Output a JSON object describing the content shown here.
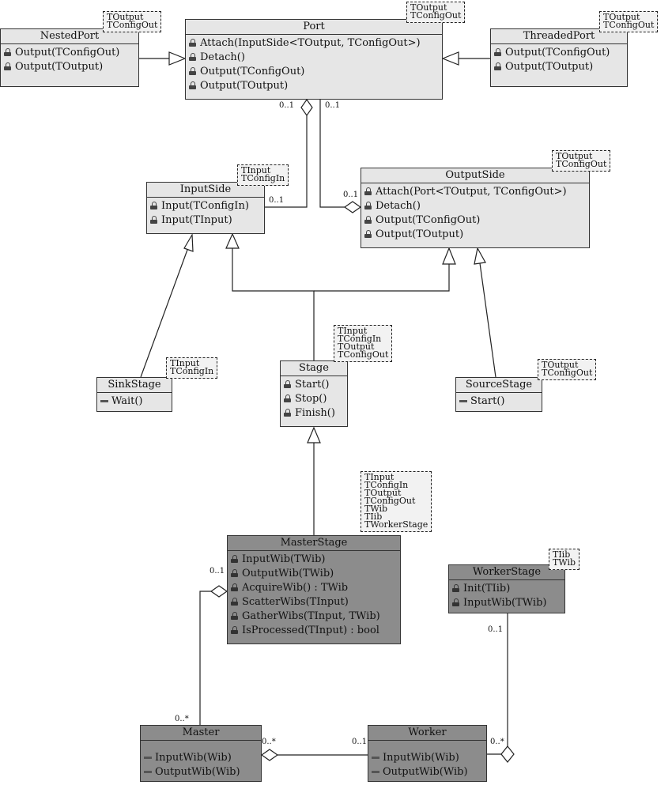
{
  "classes": {
    "port": {
      "name": "Port",
      "template": [
        "TOutput",
        "TConfigOut"
      ],
      "ops": [
        {
          "icon": "lock-icon",
          "text": "Attach(InputSide<TOutput, TConfigOut>)"
        },
        {
          "icon": "lock-icon",
          "text": "Detach()"
        },
        {
          "icon": "lock-icon",
          "text": "Output(TConfigOut)"
        },
        {
          "icon": "lock-icon",
          "text": "Output(TOutput)"
        }
      ]
    },
    "nestedport": {
      "name": "NestedPort",
      "template": [
        "TOutput",
        "TConfigOut"
      ],
      "ops": [
        {
          "icon": "lock-icon",
          "text": "Output(TConfigOut)"
        },
        {
          "icon": "lock-icon",
          "text": "Output(TOutput)"
        }
      ]
    },
    "threadedport": {
      "name": "ThreadedPort",
      "template": [
        "TOutput",
        "TConfigOut"
      ],
      "ops": [
        {
          "icon": "lock-icon",
          "text": "Output(TConfigOut)"
        },
        {
          "icon": "lock-icon",
          "text": "Output(TOutput)"
        }
      ]
    },
    "inputside": {
      "name": "InputSide",
      "template": [
        "TInput",
        "TConfigIn"
      ],
      "ops": [
        {
          "icon": "lock-icon",
          "text": "Input(TConfigIn)"
        },
        {
          "icon": "lock-icon",
          "text": "Input(TInput)"
        }
      ]
    },
    "outputside": {
      "name": "OutputSide",
      "template": [
        "TOutput",
        "TConfigOut"
      ],
      "ops": [
        {
          "icon": "lock-icon",
          "text": "Attach(Port<TOutput, TConfigOut>)"
        },
        {
          "icon": "lock-icon",
          "text": "Detach()"
        },
        {
          "icon": "lock-icon",
          "text": "Output(TConfigOut)"
        },
        {
          "icon": "lock-icon",
          "text": "Output(TOutput)"
        }
      ]
    },
    "sinkstage": {
      "name": "SinkStage",
      "template": [
        "TInput",
        "TConfigIn"
      ],
      "ops": [
        {
          "icon": "dash-icon",
          "text": "Wait()"
        }
      ]
    },
    "stage": {
      "name": "Stage",
      "template": [
        "TInput",
        "TConfigIn",
        "TOutput",
        "TConfigOut"
      ],
      "ops": [
        {
          "icon": "lock-icon",
          "text": "Start()"
        },
        {
          "icon": "lock-icon",
          "text": "Stop()"
        },
        {
          "icon": "lock-icon",
          "text": "Finish()"
        }
      ]
    },
    "sourcestage": {
      "name": "SourceStage",
      "template": [
        "TOutput",
        "TConfigOut"
      ],
      "ops": [
        {
          "icon": "dash-icon",
          "text": "Start()"
        }
      ]
    },
    "masterstage": {
      "name": "MasterStage",
      "template": [
        "TInput",
        "TConfigIn",
        "TOutput",
        "TConfigOut",
        "TWib",
        "TIib",
        "TWorkerStage"
      ],
      "ops": [
        {
          "icon": "lock-icon",
          "text": "InputWib(TWib)"
        },
        {
          "icon": "lock-icon",
          "text": "OutputWib(TWib)"
        },
        {
          "icon": "lock-icon",
          "text": "AcquireWib() : TWib"
        },
        {
          "icon": "lock-icon",
          "text": "ScatterWibs(TInput)"
        },
        {
          "icon": "lock-icon",
          "text": "GatherWibs(TInput, TWib)"
        },
        {
          "icon": "lock-icon",
          "text": "IsProcessed(TInput) : bool"
        }
      ]
    },
    "workerstage": {
      "name": "WorkerStage",
      "template": [
        "TIib",
        "TWib"
      ],
      "ops": [
        {
          "icon": "lock-icon",
          "text": "Init(TIib)"
        },
        {
          "icon": "lock-icon",
          "text": "InputWib(TWib)"
        }
      ]
    },
    "master": {
      "name": "Master",
      "template": [],
      "ops": [
        {
          "icon": "dash-icon",
          "text": "InputWib(Wib)"
        },
        {
          "icon": "dash-icon",
          "text": "OutputWib(Wib)"
        }
      ]
    },
    "worker": {
      "name": "Worker",
      "template": [],
      "ops": [
        {
          "icon": "dash-icon",
          "text": "InputWib(Wib)"
        },
        {
          "icon": "dash-icon",
          "text": "OutputWib(Wib)"
        }
      ]
    }
  },
  "multiplicities": {
    "port_inputside_port": "0..1",
    "port_inputside_input": "0..1",
    "port_outputside_port": "0..1",
    "port_outputside_output": "0..1",
    "masterstage_master_stage": "0..1",
    "masterstage_master_master": "0..*",
    "master_worker_master": "0..*",
    "master_worker_worker": "0..1",
    "workerstage_worker_stage": "0..1",
    "workerstage_worker_worker": "0..*"
  }
}
